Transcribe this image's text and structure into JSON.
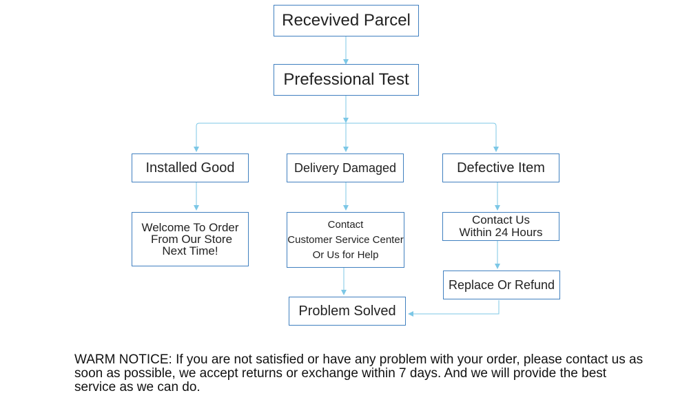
{
  "nodes": {
    "received_parcel": "Recevived Parcel",
    "professional_test": "Prefessional Test",
    "installed_good": "Installed Good",
    "delivery_damaged": "Delivery Damaged",
    "defective_item": "Defective Item",
    "welcome": [
      "Welcome To Order",
      "From Our Store",
      "Next Time!"
    ],
    "contact_service": [
      "Contact",
      "Customer Service Center",
      "Or Us for Help"
    ],
    "contact_us": [
      "Contact Us",
      "Within 24 Hours"
    ],
    "replace_refund": "Replace Or Refund",
    "problem_solved": "Problem Solved"
  },
  "notice": "WARM NOTICE: If you are not satisfied or have any problem with your order, please contact us as soon as possible, we accept returns or exchange  within 7 days. And we will provide the best service as we can do.",
  "colors": {
    "box_border": "#3f7fbf",
    "connector": "#7cc7e6"
  }
}
